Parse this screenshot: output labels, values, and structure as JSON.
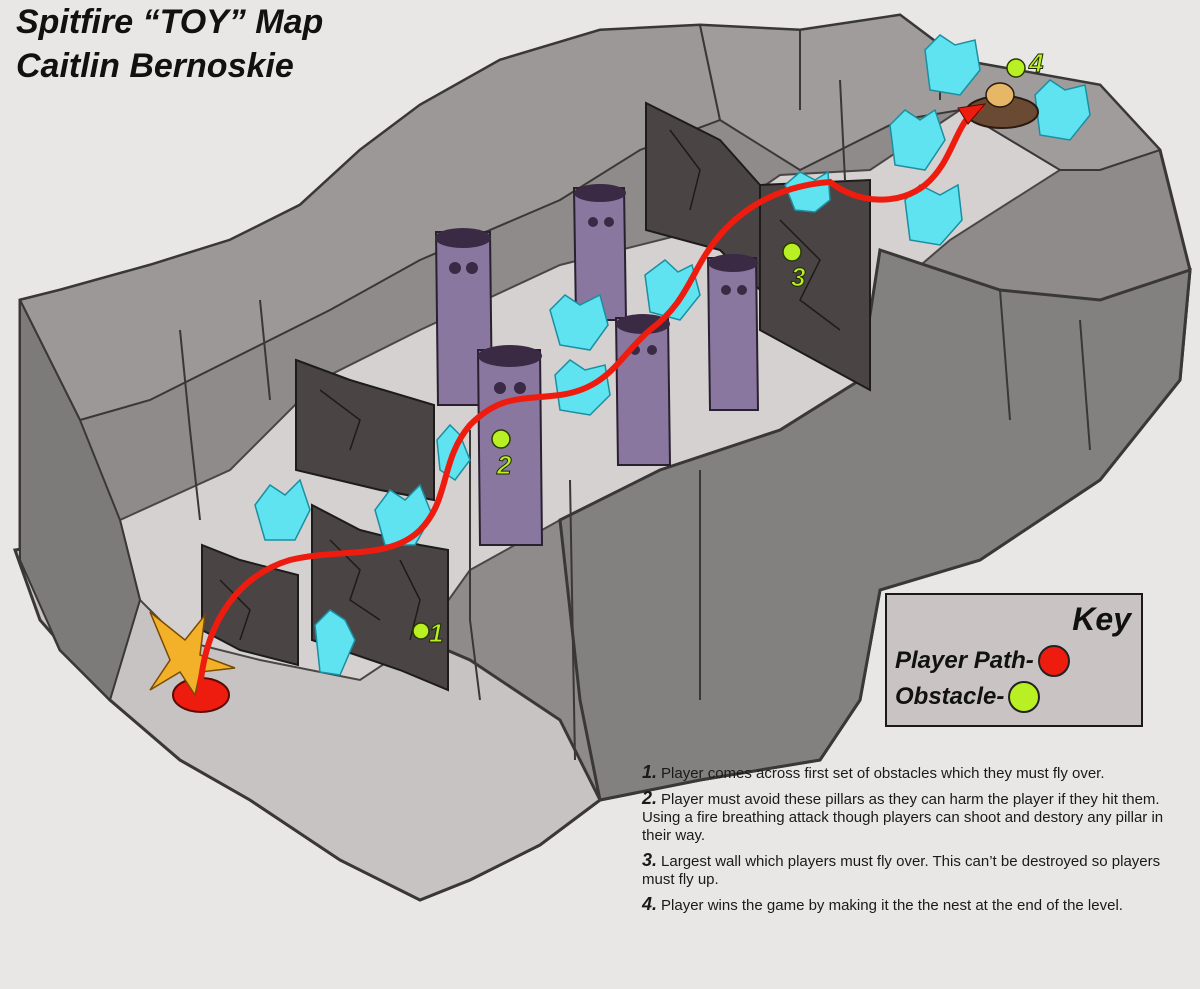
{
  "title": {
    "line1": "Spitfire “TOY” Map",
    "line2": "Caitlin Bernoskie"
  },
  "key": {
    "heading": "Key",
    "player_path_label": "Player Path-",
    "obstacle_label": "Obstacle-",
    "player_path_color": "#ee1c0e",
    "obstacle_color": "#b8f023"
  },
  "markers": [
    {
      "label": "1"
    },
    {
      "label": "2"
    },
    {
      "label": "3"
    },
    {
      "label": "4"
    }
  ],
  "notes": [
    {
      "num": "1.",
      "text": "Player comes across first set of obstacles which they must fly over."
    },
    {
      "num": "2.",
      "text": "Player must avoid these pillars as they can harm the player if they hit them. Using a fire breathing attack though players can shoot and destory any pillar in their way."
    },
    {
      "num": "3.",
      "text": "Largest wall which players must fly over. This can’t be destroyed so players must fly up."
    },
    {
      "num": "4.",
      "text": "Player wins the game by making it the the nest at the end of the level."
    }
  ],
  "colors": {
    "rock": "#8f8b8b",
    "rock_dark": "#5f5c5c",
    "floor": "#cfcccb",
    "wall_dark": "#4a4444",
    "pillar": "#8a77a0",
    "crystal": "#5fe3f0",
    "path": "#ee1c0e",
    "obstacle": "#b8f023"
  }
}
